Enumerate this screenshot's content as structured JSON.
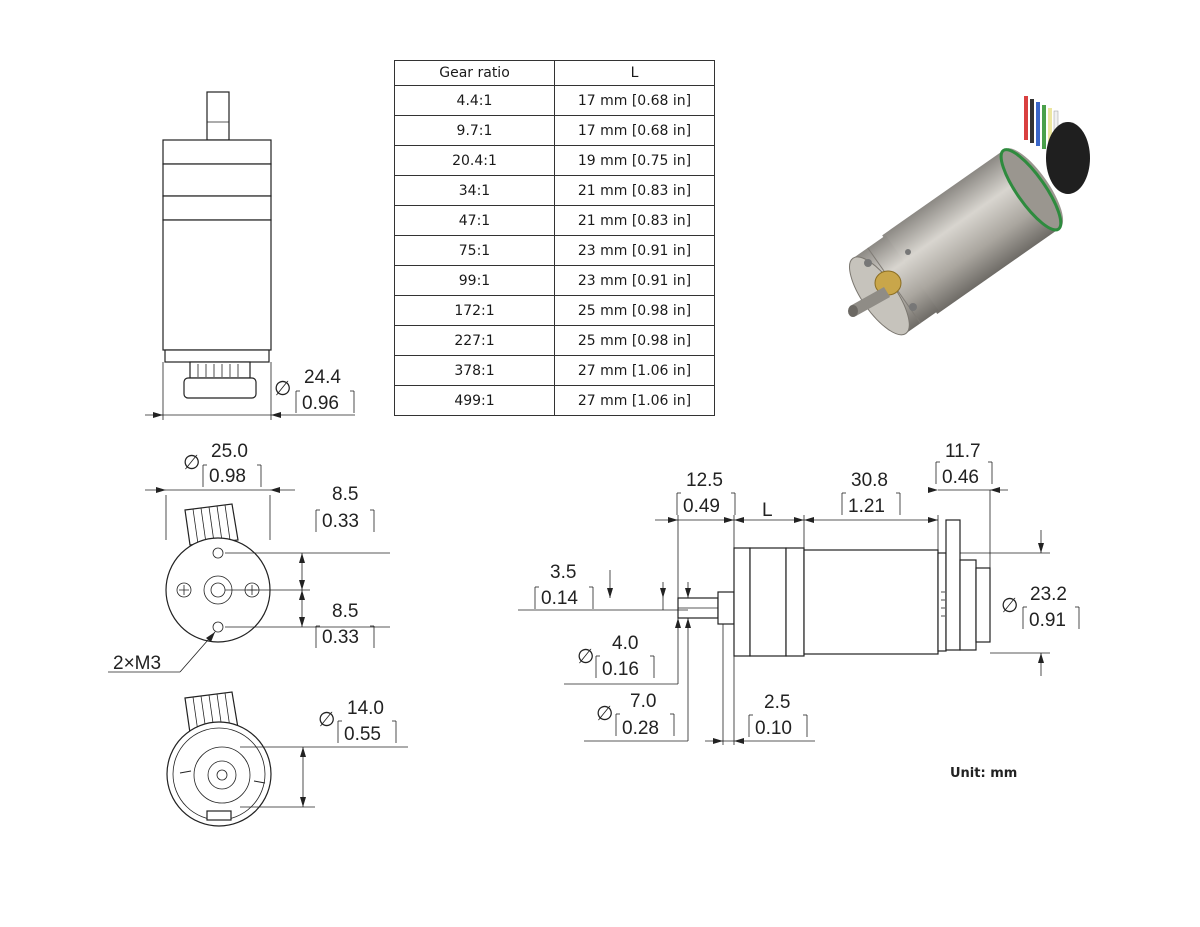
{
  "table": {
    "headers": [
      "Gear ratio",
      "L"
    ],
    "rows": [
      [
        "4.4:1",
        "17 mm [0.68 in]"
      ],
      [
        "9.7:1",
        "17 mm [0.68 in]"
      ],
      [
        "20.4:1",
        "19 mm [0.75 in]"
      ],
      [
        "34:1",
        "21 mm [0.83 in]"
      ],
      [
        "47:1",
        "21 mm [0.83 in]"
      ],
      [
        "75:1",
        "23 mm [0.91 in]"
      ],
      [
        "99:1",
        "23 mm [0.91 in]"
      ],
      [
        "172:1",
        "25 mm [0.98 in]"
      ],
      [
        "227:1",
        "25 mm [0.98 in]"
      ],
      [
        "378:1",
        "27 mm [1.06 in]"
      ],
      [
        "499:1",
        "27 mm [1.06 in]"
      ]
    ]
  },
  "dims": {
    "d24": {
      "mm": "24.4",
      "in": "0.96"
    },
    "d25": {
      "mm": "25.0",
      "in": "0.98"
    },
    "d85a": {
      "mm": "8.5",
      "in": "0.33"
    },
    "d85b": {
      "mm": "8.5",
      "in": "0.33"
    },
    "m3": "2×M3",
    "d14": {
      "mm": "14.0",
      "in": "0.55"
    },
    "d125": {
      "mm": "12.5",
      "in": "0.49"
    },
    "L": "L",
    "d308": {
      "mm": "30.8",
      "in": "1.21"
    },
    "d117": {
      "mm": "11.7",
      "in": "0.46"
    },
    "d35": {
      "mm": "3.5",
      "in": "0.14"
    },
    "d40": {
      "mm": "4.0",
      "in": "0.16"
    },
    "d70": {
      "mm": "7.0",
      "in": "0.28"
    },
    "d25s": {
      "mm": "2.5",
      "in": "0.10"
    },
    "d232": {
      "mm": "23.2",
      "in": "0.91"
    },
    "diameter_symbol": "∅"
  },
  "unit_label": "Unit: mm",
  "colors": {
    "line": "#222222",
    "motor_body": "#b9b6ae",
    "brass": "#c9a64a",
    "ring": "#2e8b3e"
  }
}
